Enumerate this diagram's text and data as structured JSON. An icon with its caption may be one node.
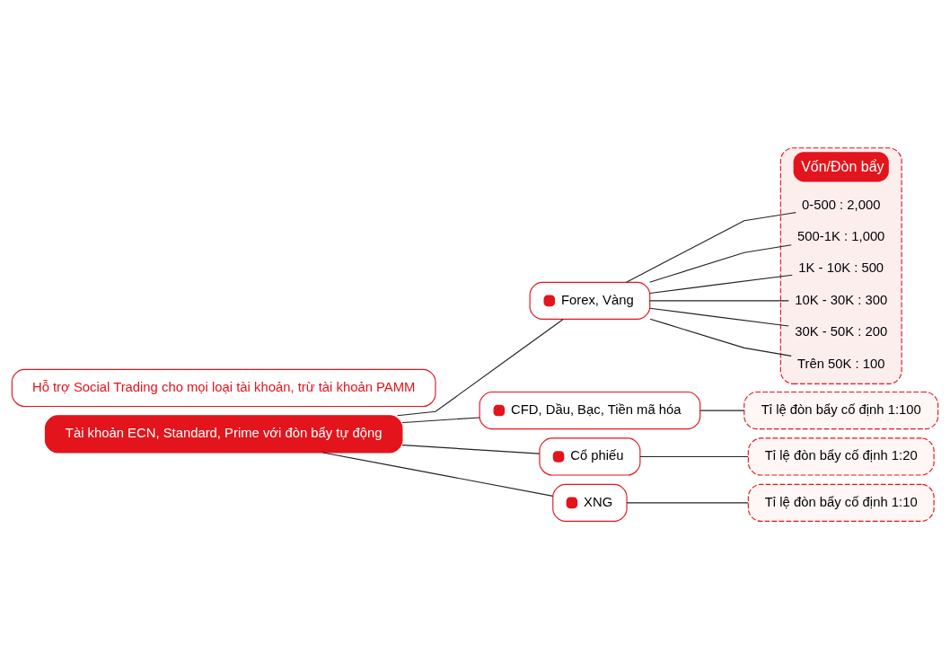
{
  "diagram": {
    "nodes": [
      {
        "text": [
          "Tài khoản ECN, Standard, Prime với đòn bẩy tự động"
        ]
      },
      {
        "text": [
          "Forex, Vàng"
        ]
      },
      {
        "text": [
          "Vốn/Đòn bẩy"
        ]
      },
      {
        "text": [
          "0-500 : 2,000"
        ],
        "in": 2
      },
      {
        "text": [
          "500-1K : 1,000"
        ],
        "in": 2
      },
      {
        "text": [
          "1K - 10K : 500"
        ],
        "in": 2
      },
      {
        "text": [
          "10K - 30K : 300"
        ],
        "in": 2
      },
      {
        "text": [
          "30K - 50K : 200"
        ],
        "in": 2
      },
      {
        "text": [
          "Trên 50K : 100"
        ],
        "in": 2
      },
      {
        "text": [
          "CFD, Dầu, Bạc, Tiền mã hóa"
        ]
      },
      {
        "text": [
          "Tỉ lệ đòn bẩy cố định 1:100"
        ]
      },
      {
        "text": [
          "Cổ phiếu"
        ]
      },
      {
        "text": [
          "Tỉ lệ đòn bẩy cố định 1:20"
        ]
      },
      {
        "text": [
          "XNG"
        ]
      },
      {
        "text": [
          "Tỉ lệ đòn bẩy cố định 1:10"
        ]
      },
      {
        "text": [
          "Hỗ trợ Social Trading cho mọi loại tài khoản, trừ tài khoản PAMM"
        ]
      }
    ],
    "edges": [
      {
        "from": 0,
        "to": 1,
        "arrow": "none"
      },
      {
        "from": 0,
        "to": 9,
        "arrow": "none"
      },
      {
        "from": 0,
        "to": 11,
        "arrow": "none"
      },
      {
        "from": 0,
        "to": 13,
        "arrow": "none"
      },
      {
        "from": 1,
        "to": 3,
        "arrow": "none"
      },
      {
        "from": 1,
        "to": 4,
        "arrow": "none"
      },
      {
        "from": 1,
        "to": 5,
        "arrow": "none"
      },
      {
        "from": 1,
        "to": 6,
        "arrow": "none"
      },
      {
        "from": 1,
        "to": 7,
        "arrow": "none"
      },
      {
        "from": 1,
        "to": 8,
        "arrow": "none"
      },
      {
        "from": 9,
        "to": 10,
        "arrow": "none"
      },
      {
        "from": 11,
        "to": 12,
        "arrow": "none"
      },
      {
        "from": 13,
        "to": 14,
        "arrow": "none"
      }
    ]
  }
}
